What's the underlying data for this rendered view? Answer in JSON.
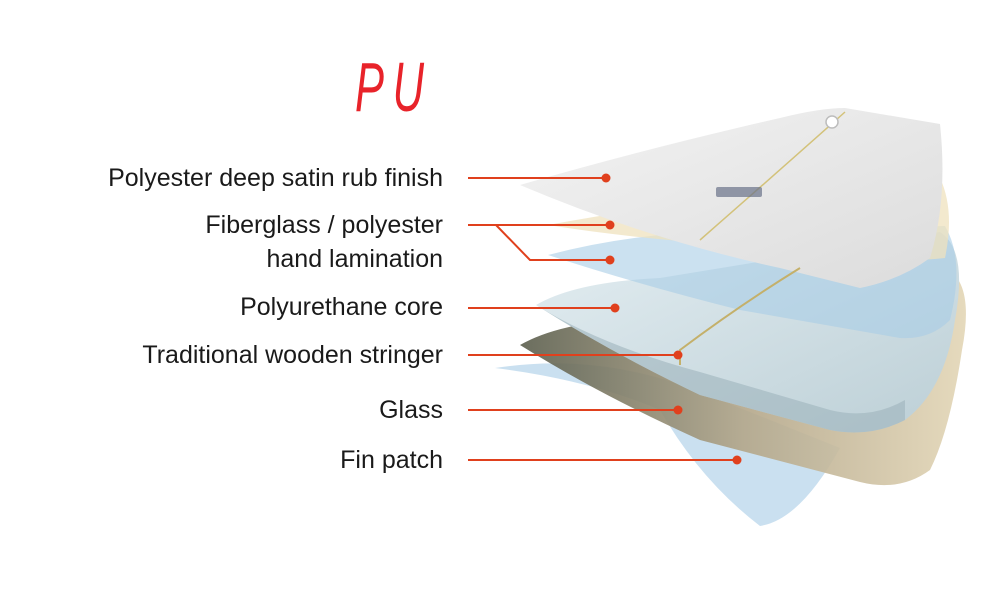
{
  "title": "PU",
  "colors": {
    "title": "#e8232a",
    "leader": "#e0401d",
    "text": "#1a1a1a"
  },
  "layers": [
    {
      "label": "Polyester deep satin rub finish"
    },
    {
      "label_line1": "Fiberglass / polyester",
      "label_line2": "hand lamination"
    },
    {
      "label": "Polyurethane core"
    },
    {
      "label": "Traditional wooden stringer"
    },
    {
      "label": "Glass"
    },
    {
      "label": "Fin patch"
    }
  ]
}
